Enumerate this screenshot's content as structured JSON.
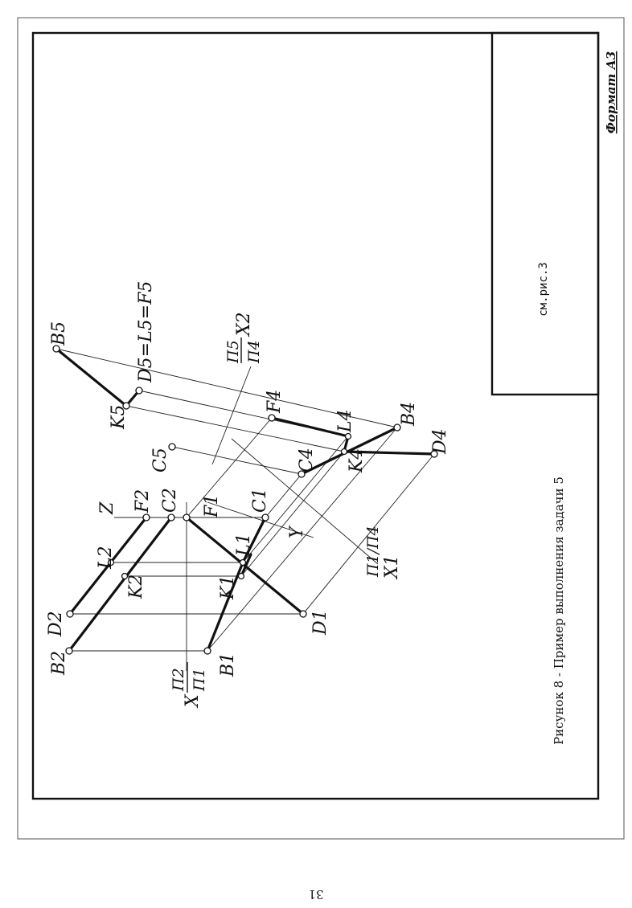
{
  "caption": "Рисунок 8 - Пример выполнения задачи 5",
  "title_block": {
    "ref": "см.рис.3"
  },
  "sheet_format": "Формат А3",
  "page_number": "31",
  "axis_labels": {
    "x12": "X",
    "x12_frac_top": "П2",
    "x12_frac_bottom": "П1",
    "x14": "X1",
    "x14_frac": "П1/П4",
    "x45": "X2",
    "x45_frac_top": "П5",
    "x45_frac_bottom": "П4",
    "y": "Y",
    "z": "Z"
  },
  "point_labels": {
    "B2": "B2",
    "D2": "D2",
    "L2": "L2",
    "K2": "K2",
    "F2": "F2",
    "C2": "C2",
    "B1": "B1",
    "K1": "K1",
    "L1": "L1",
    "F1": "F1",
    "C1": "C1",
    "D1": "D1",
    "B4": "B4",
    "C4": "C4",
    "K4": "K4",
    "L4": "L4",
    "F4": "F4",
    "D4": "D4",
    "B5": "B5",
    "K5": "K5",
    "C5": "C5",
    "D5L5F5": "D5=L5=F5"
  }
}
